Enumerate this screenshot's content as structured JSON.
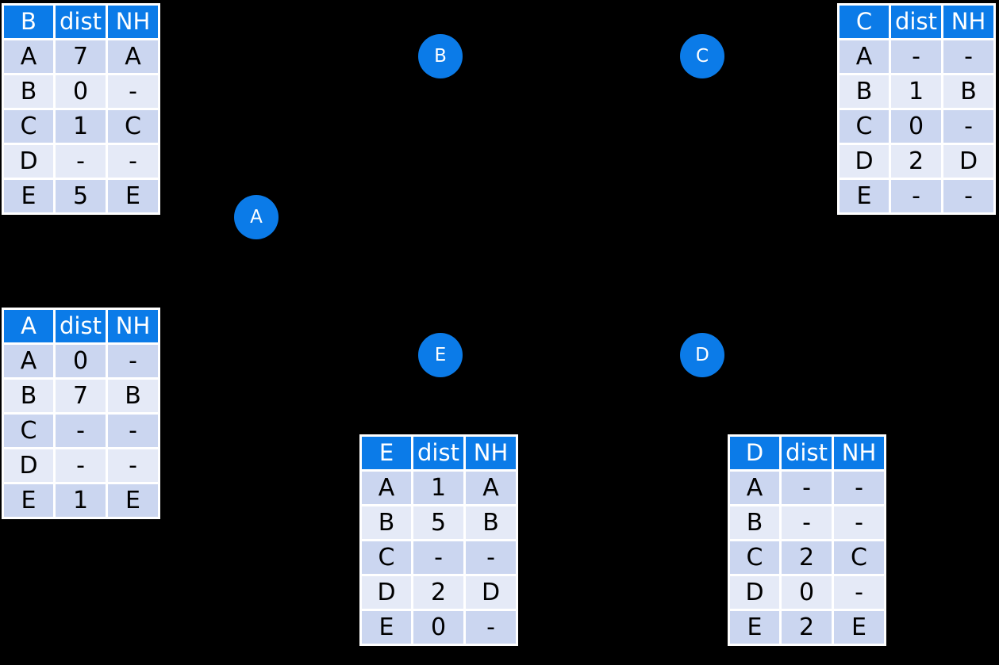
{
  "background_color": "#000000",
  "accent_color": "#0B7BE8",
  "row_band_dark": "#CBD6F0",
  "row_band_light": "#E5EAF7",
  "graph": {
    "nodes": [
      {
        "id": "node-a",
        "label": "A"
      },
      {
        "id": "node-b",
        "label": "B"
      },
      {
        "id": "node-c",
        "label": "C"
      },
      {
        "id": "node-d",
        "label": "D"
      },
      {
        "id": "node-e",
        "label": "E"
      }
    ]
  },
  "tables": {
    "B": {
      "headers": [
        "B",
        "dist",
        "NH"
      ],
      "rows": [
        [
          "A",
          "7",
          "A"
        ],
        [
          "B",
          "0",
          "-"
        ],
        [
          "C",
          "1",
          "C"
        ],
        [
          "D",
          "-",
          "-"
        ],
        [
          "E",
          "5",
          "E"
        ]
      ]
    },
    "C": {
      "headers": [
        "C",
        "dist",
        "NH"
      ],
      "rows": [
        [
          "A",
          "-",
          "-"
        ],
        [
          "B",
          "1",
          "B"
        ],
        [
          "C",
          "0",
          "-"
        ],
        [
          "D",
          "2",
          "D"
        ],
        [
          "E",
          "-",
          "-"
        ]
      ]
    },
    "A": {
      "headers": [
        "A",
        "dist",
        "NH"
      ],
      "rows": [
        [
          "A",
          "0",
          "-"
        ],
        [
          "B",
          "7",
          "B"
        ],
        [
          "C",
          "-",
          "-"
        ],
        [
          "D",
          "-",
          "-"
        ],
        [
          "E",
          "1",
          "E"
        ]
      ]
    },
    "E": {
      "headers": [
        "E",
        "dist",
        "NH"
      ],
      "rows": [
        [
          "A",
          "1",
          "A"
        ],
        [
          "B",
          "5",
          "B"
        ],
        [
          "C",
          "-",
          "-"
        ],
        [
          "D",
          "2",
          "D"
        ],
        [
          "E",
          "0",
          "-"
        ]
      ]
    },
    "D": {
      "headers": [
        "D",
        "dist",
        "NH"
      ],
      "rows": [
        [
          "A",
          "-",
          "-"
        ],
        [
          "B",
          "-",
          "-"
        ],
        [
          "C",
          "2",
          "C"
        ],
        [
          "D",
          "0",
          "-"
        ],
        [
          "E",
          "2",
          "E"
        ]
      ]
    }
  }
}
